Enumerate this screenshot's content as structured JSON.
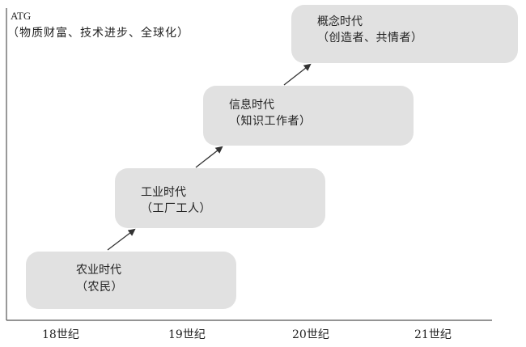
{
  "y_axis": {
    "title": "ATG",
    "subtitle": "（物质财富、技术进步、全球化）"
  },
  "stages": [
    {
      "label": "农业时代",
      "sub": "（农民）"
    },
    {
      "label": "工业时代",
      "sub": "（工厂工人）"
    },
    {
      "label": "信息时代",
      "sub": "（知识工作者）"
    },
    {
      "label": "概念时代",
      "sub": "（创造者、共情者）"
    }
  ],
  "x_axis": {
    "ticks": [
      "18世纪",
      "19世纪",
      "20世纪",
      "21世纪"
    ]
  },
  "colors": {
    "box_fill": "#e1e1e1",
    "line": "#333333",
    "text": "#222222"
  }
}
